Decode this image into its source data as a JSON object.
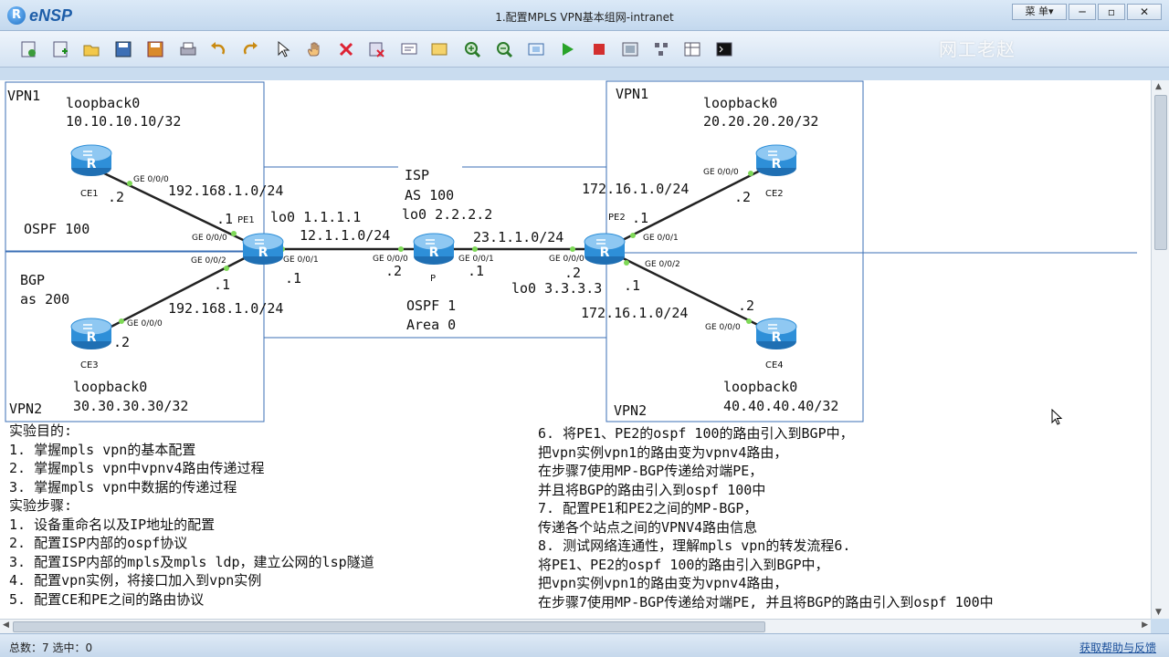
{
  "app": {
    "logo_text": "eNSP",
    "window_title": "1.配置MPLS VPN基本组网-intranet",
    "menu_label": "菜 单▾",
    "minimize": "─",
    "restore": "▫",
    "close": "✕",
    "watermark": "网工老赵"
  },
  "toolbar": {
    "icons": [
      "new-topology-icon",
      "add-icon",
      "open-icon",
      "save-icon",
      "save-as-icon",
      "print-icon",
      "undo-icon",
      "redo-icon",
      "select-icon",
      "pan-hand-icon",
      "delete-icon",
      "clear-icon",
      "text-icon",
      "rectangle-icon",
      "zoom-in-icon",
      "zoom-out-icon",
      "fit-icon",
      "start-icon",
      "stop-icon",
      "capture-icon",
      "topology-icon",
      "grid-icon",
      "terminal-icon"
    ]
  },
  "topology": {
    "zones": [
      {
        "label": "VPN1"
      },
      {
        "label": "VPN2"
      },
      {
        "label": "VPN1"
      },
      {
        "label": "VPN2"
      }
    ],
    "texts": {
      "ce1_loop_title": "loopback0",
      "ce1_loop_addr": "10.10.10.10/32",
      "ce2_loop_title": "loopback0",
      "ce2_loop_addr": "20.20.20.20/32",
      "ce3_loop_title": "loopback0",
      "ce3_loop_addr": "30.30.30.30/32",
      "ce4_loop_title": "loopback0",
      "ce4_loop_addr": "40.40.40.40/32",
      "ospf100": "OSPF 100",
      "bgp": "BGP",
      "as200": "as 200",
      "isp": "ISP",
      "as100": "AS 100",
      "lo0_p": "lo0 2.2.2.2",
      "lo0_pe1": "lo0 1.1.1.1",
      "lo0_pe2": "lo0 3.3.3.3",
      "net_ce1_pe1": "192.168.1.0/24",
      "net_ce3_pe1": "192.168.1.0/24",
      "net_pe1_p": "12.1.1.0/24",
      "net_p_pe2": "23.1.1.0/24",
      "net_pe2_ce2": "172.16.1.0/24",
      "net_pe2_ce4": "172.16.1.0/24",
      "ospf1": "OSPF 1",
      "area0": "Area 0",
      "ce1_host": ".2",
      "pe1_ce1_host": ".1",
      "pe1_ce3_host": ".1",
      "ce3_host": ".2",
      "pe1_p_host": ".1",
      "p_pe1_host": ".2",
      "p_pe2_host": ".1",
      "pe2_p_host": ".2",
      "pe2_ce2_host": ".1",
      "ce2_host": ".2",
      "pe2_ce4_host": ".1",
      "ce4_host": ".2"
    },
    "ports": {
      "ce1_ge000": "GE 0/0/0",
      "pe1_ge000": "GE 0/0/0",
      "pe1_ge002": "GE 0/0/2",
      "pe1_ge001": "GE 0/0/1",
      "ce3_ge000": "GE 0/0/0",
      "p_ge000": "GE 0/0/0",
      "p_ge001": "GE 0/0/1",
      "pe2_ge000": "GE 0/0/0",
      "pe2_ge001": "GE 0/0/1",
      "pe2_ge002": "GE 0/0/2",
      "ce2_ge000": "GE 0/0/0",
      "ce4_ge000": "GE 0/0/0"
    },
    "devices": {
      "ce1": "CE1",
      "ce2": "CE2",
      "ce3": "CE3",
      "ce4": "CE4",
      "pe1": "PE1",
      "pe2": "PE2",
      "p": "P"
    }
  },
  "notes_left": [
    "实验目的:",
    "1. 掌握mpls vpn的基本配置",
    "2. 掌握mpls vpn中vpnv4路由传递过程",
    "3. 掌握mpls vpn中数据的传递过程",
    "实验步骤:",
    "1. 设备重命名以及IP地址的配置",
    "2. 配置ISP内部的ospf协议",
    "3. 配置ISP内部的mpls及mpls ldp，建立公网的lsp隧道",
    "4. 配置vpn实例，将接口加入到vpn实例",
    "5. 配置CE和PE之间的路由协议"
  ],
  "notes_right": [
    "6. 将PE1、PE2的ospf 100的路由引入到BGP中，",
    "把vpn实例vpn1的路由变为vpnv4路由，",
    "在步骤7使用MP-BGP传递给对端PE，",
    "并且将BGP的路由引入到ospf 100中",
    "7. 配置PE1和PE2之间的MP-BGP，",
    "传递各个站点之间的VPNV4路由信息",
    "8. 测试网络连通性，理解mpls vpn的转发流程6.",
    " 将PE1、PE2的ospf 100的路由引入到BGP中，",
    "把vpn实例vpn1的路由变为vpnv4路由，",
    "在步骤7使用MP-BGP传递给对端PE, 并且将BGP的路由引入到ospf 100中"
  ],
  "status": {
    "left": "总数：7  选中：0",
    "help": "获取帮助与反馈"
  },
  "colors": {
    "link_dot": "#7ed957",
    "router_blue": "#2e8fd8",
    "zone_line": "#3b6fb6"
  }
}
